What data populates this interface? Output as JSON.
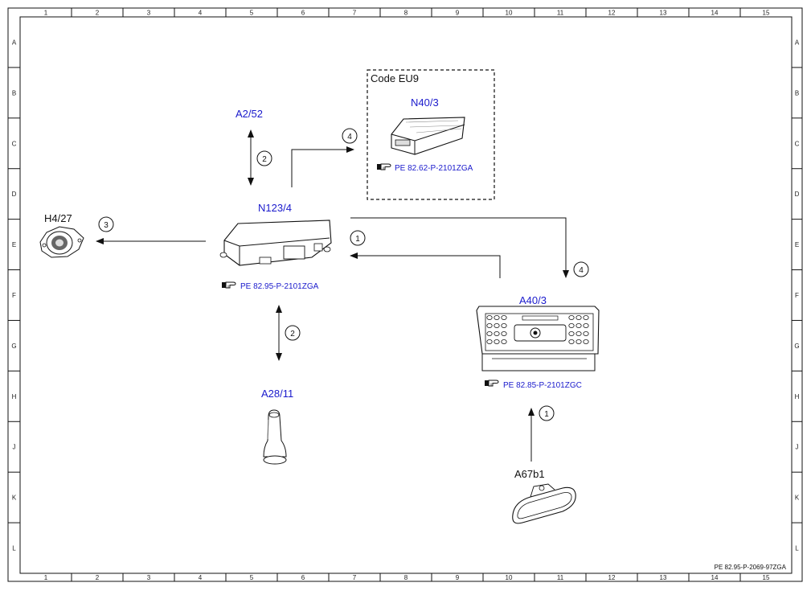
{
  "grid": {
    "columns": [
      "1",
      "2",
      "3",
      "4",
      "5",
      "6",
      "7",
      "8",
      "9",
      "10",
      "11",
      "12",
      "13",
      "14",
      "15"
    ],
    "rows": [
      "A",
      "B",
      "C",
      "D",
      "E",
      "F",
      "G",
      "H",
      "J",
      "K",
      "L"
    ]
  },
  "code_box": {
    "label": "Code EU9"
  },
  "components": {
    "a2_52": {
      "label": "A2/52"
    },
    "n40_3": {
      "label": "N40/3",
      "ref": "PE 82.62-P-2101ZGA"
    },
    "n123_4": {
      "label": "N123/4",
      "ref": "PE 82.95-P-2101ZGA"
    },
    "h4_27": {
      "label": "H4/27"
    },
    "a40_3": {
      "label": "A40/3",
      "ref": "PE 82.85-P-2101ZGC"
    },
    "a28_11": {
      "label": "A28/11"
    },
    "a67b1": {
      "label": "A67b1"
    }
  },
  "connections": [
    {
      "id": "c1",
      "number": "1"
    },
    {
      "id": "c2",
      "number": "2"
    },
    {
      "id": "c3",
      "number": "3"
    },
    {
      "id": "c4",
      "number": "4"
    }
  ],
  "document_id": "PE 82.95-P-2069-97ZGA",
  "colors": {
    "link": "#1a1acc",
    "line": "#111111"
  },
  "icons": [
    "hand-pointer-icon",
    "control-unit-icon",
    "loudspeaker-icon",
    "radio-unit-icon",
    "antenna-icon",
    "rearview-mirror-icon"
  ]
}
